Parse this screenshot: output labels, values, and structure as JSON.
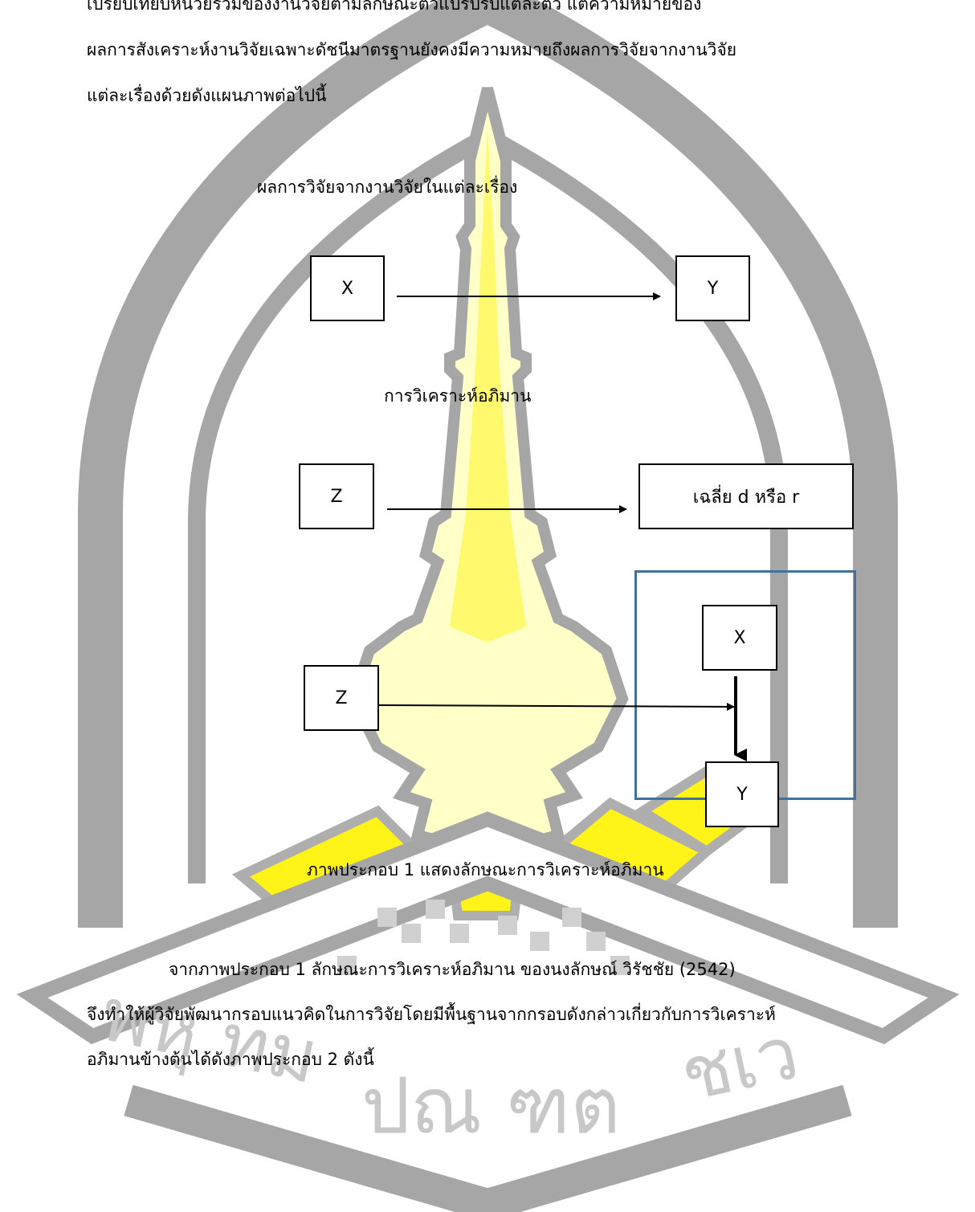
{
  "intro": {
    "line1": "เปรียบเทียบหน่วยรวมของงานวิจัยตามลักษณะตัวแปรปรับแต่ละตัว แต่ความหมายของ",
    "line2": "ผลการสังเคราะห์งานวิจัยเฉพาะดัชนีมาตรฐานยังคงมีความหมายถึงผลการวิจัยจากงานวิจัย",
    "line3": "แต่ละเรื่องด้วยดังแผนภาพต่อไปนี้"
  },
  "diagram": {
    "section1_title": "ผลการวิจัยจากงานวิจัยในแต่ละเรื่อง",
    "section2_title": "การวิเคราะห์อภิมาน",
    "box_x1": "X",
    "box_y1": "Y",
    "box_z1": "Z",
    "box_effect": "เฉลี่ย  d  หรือ r",
    "box_z2": "Z",
    "box_x2": "X",
    "box_y2": "Y"
  },
  "caption": "ภาพประกอบ 1 แสดงลักษณะการวิเคราะห์อภิมาน",
  "body": {
    "line1": "จากภาพประกอบ 1 ลักษณะการวิเคราะห์อภิมาน ของนงลักษณ์ วิรัชชัย (2542)",
    "line2": "จึงทำให้ผู้วิจัยพัฒนากรอบแนวคิดในการวิจัยโดยมีพื้นฐานจากกรอบดังกล่าวเกี่ยวกับการวิเคราะห์",
    "line3": "อภิมานข้างต้นได้ดังภาพประกอบ 2 ดังนี้"
  },
  "watermark": {
    "text": "พหุทม ปณ ฑต ชเว",
    "colors": {
      "gray": "#a6a6a6",
      "yellow": "#fff200",
      "pale_yellow": "#ffffc8"
    }
  }
}
